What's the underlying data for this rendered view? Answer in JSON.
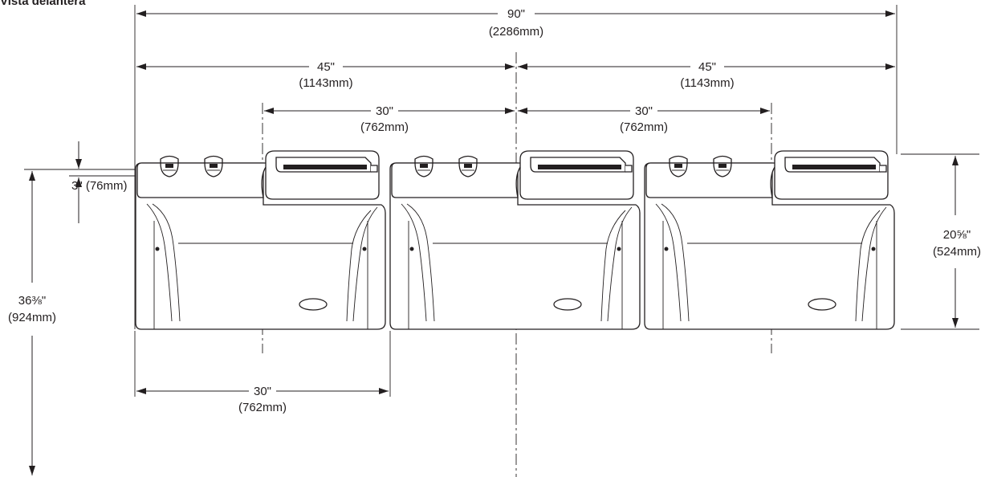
{
  "title": "Vista delantera",
  "dimensions": {
    "overall_width": {
      "imperial": "90\"",
      "metric": "(2286mm)"
    },
    "half_left": {
      "imperial": "45\"",
      "metric": "(1143mm)"
    },
    "half_right": {
      "imperial": "45\"",
      "metric": "(1143mm)"
    },
    "spacing_left": {
      "imperial": "30\"",
      "metric": "(762mm)"
    },
    "spacing_right": {
      "imperial": "30\"",
      "metric": "(762mm)"
    },
    "ledge_height": {
      "label": "3\" (76mm)"
    },
    "overall_height": {
      "imperial": "36⅜\"",
      "metric": "(924mm)"
    },
    "body_height": {
      "imperial": "20⅝\"",
      "metric": "(524mm)"
    },
    "unit_width": {
      "imperial": "30\"",
      "metric": "(762mm)"
    }
  },
  "units": [
    {
      "name": "fountain-unit-left"
    },
    {
      "name": "fountain-unit-middle"
    },
    {
      "name": "fountain-unit-right"
    }
  ],
  "colors": {
    "line": "#231f20",
    "background": "#ffffff"
  }
}
